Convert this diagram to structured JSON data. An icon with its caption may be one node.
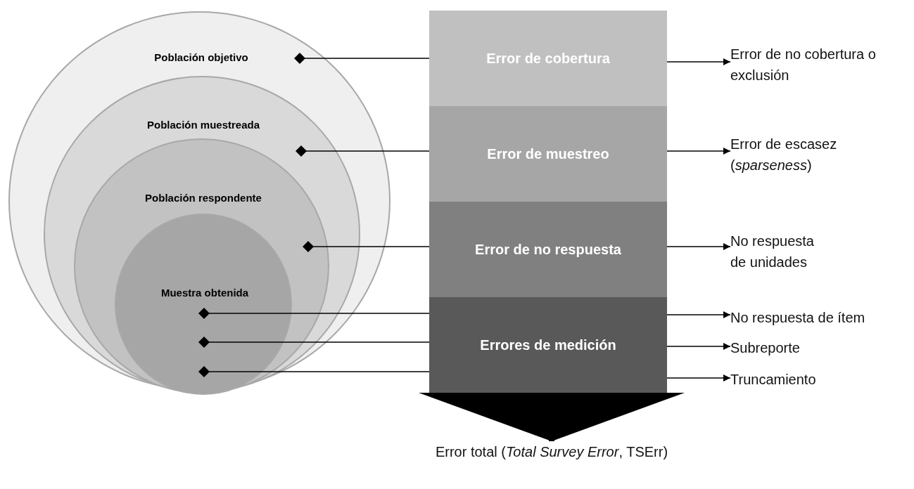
{
  "diagram": {
    "nodes": [
      {
        "text": [
          "Población objetivo"
        ]
      },
      {
        "text": [
          "Población muestreada"
        ],
        "in": 0
      },
      {
        "text": [
          "Población respondente"
        ],
        "in": 1
      },
      {
        "text": [
          "Muestra obtenida"
        ],
        "in": 2
      },
      {
        "text": [
          "Error de cobertura"
        ]
      },
      {
        "text": [
          "Error de muestreo"
        ]
      },
      {
        "text": [
          "Error de no respuesta"
        ]
      },
      {
        "text": [
          "Errores de medición"
        ]
      },
      {
        "text": [
          "Error de no cobertura o exclusión"
        ]
      },
      {
        "text": [
          "Error de escasez (*sparseness*)"
        ]
      },
      {
        "text": [
          "No respuesta de unidades"
        ]
      },
      {
        "text": [
          "No respuesta de ítem"
        ]
      },
      {
        "text": [
          "Subreporte"
        ]
      },
      {
        "text": [
          "Truncamiento"
        ]
      },
      {
        "text": [
          "Error total (*Total Survey Error*, TSErr)"
        ]
      }
    ],
    "edges": [
      {
        "from": 0,
        "to": 4,
        "arrow": "other"
      },
      {
        "from": 1,
        "to": 5,
        "arrow": "other"
      },
      {
        "from": 2,
        "to": 6,
        "arrow": "other"
      },
      {
        "from": 3,
        "to": 7,
        "arrow": "other"
      },
      {
        "from": 3,
        "to": 7,
        "arrow": "other"
      },
      {
        "from": 3,
        "to": 7,
        "arrow": "other"
      },
      {
        "from": 4,
        "to": 8,
        "arrow": "to"
      },
      {
        "from": 5,
        "to": 9,
        "arrow": "to"
      },
      {
        "from": 6,
        "to": 10,
        "arrow": "to"
      },
      {
        "from": 7,
        "to": 11,
        "arrow": "to"
      },
      {
        "from": 7,
        "to": 12,
        "arrow": "to"
      },
      {
        "from": 7,
        "to": 13,
        "arrow": "to"
      },
      {
        "from": 7,
        "to": 14,
        "arrow": "to",
        "style": "thick"
      }
    ]
  }
}
